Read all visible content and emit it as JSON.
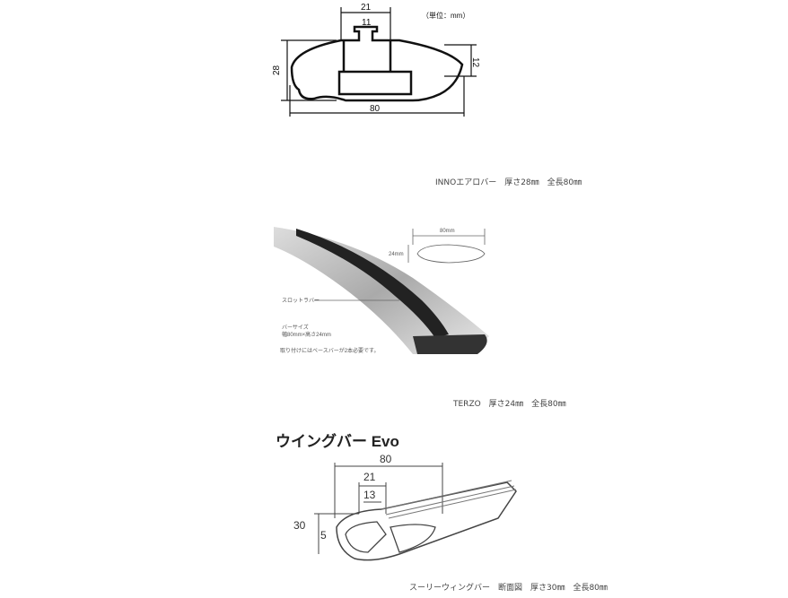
{
  "figures": [
    {
      "caption": "INNOエアロバー　厚さ28㎜　全長80㎜",
      "labels": {
        "unit": "（単位：mm）",
        "top_width": "21",
        "slot_width": "11",
        "height": "28",
        "right_height": "12",
        "total_width": "80"
      }
    },
    {
      "caption": "TERZO　厚さ24㎜　全長80㎜",
      "labels": {
        "width": "80mm",
        "height": "24mm",
        "slot": "スロットラバー",
        "size_title": "バーサイズ",
        "size_value": "幅80mm×高さ24mm",
        "note": "取り付けにはベースバーが2本必要です。"
      }
    },
    {
      "caption": "スーリーウィングバー　断面図　厚さ30㎜　全長80㎜",
      "labels": {
        "title": "ウイングバー Evo",
        "width": "80",
        "top_width": "21",
        "slot_width": "13",
        "height": "30",
        "slot_depth": "5"
      }
    }
  ]
}
